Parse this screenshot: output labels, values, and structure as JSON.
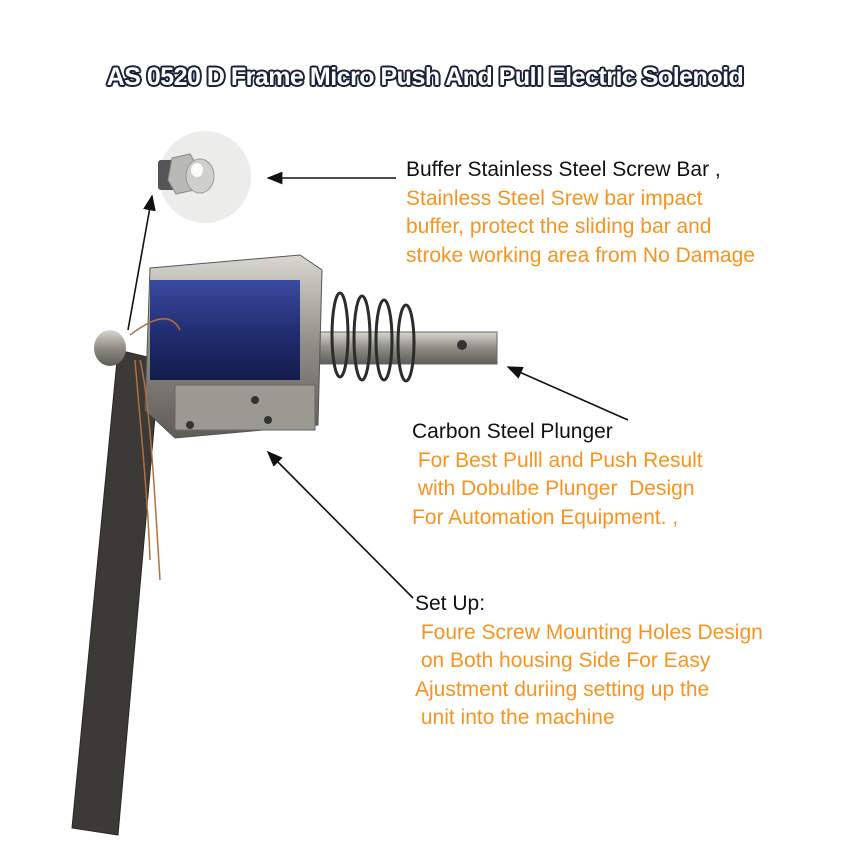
{
  "title": "AS 0520 D Frame Micro Push And Pull Electric Solenoid",
  "colors": {
    "accent": "#f7931e",
    "heading": "#111111",
    "coil": "#1f2a6b"
  },
  "annotations": [
    {
      "heading": "Buffer Stainless Steel Screw Bar ,",
      "lines": [
        "Stainless Steel Srew bar impact",
        "buffer, protect the sliding bar and",
        "stroke working area from No Damage"
      ]
    },
    {
      "heading": "Carbon Steel Plunger",
      "lines": [
        " For Best Pulll and Push Result",
        " with Dobulbe Plunger  Design",
        "For Automation Equipment. ,"
      ]
    },
    {
      "heading": "Set Up:",
      "lines": [
        " Foure Screw Mounting Holes Design",
        " on Both housing Side For Easy",
        "Ajustment duriing setting up the",
        " unit into the machine"
      ]
    }
  ]
}
